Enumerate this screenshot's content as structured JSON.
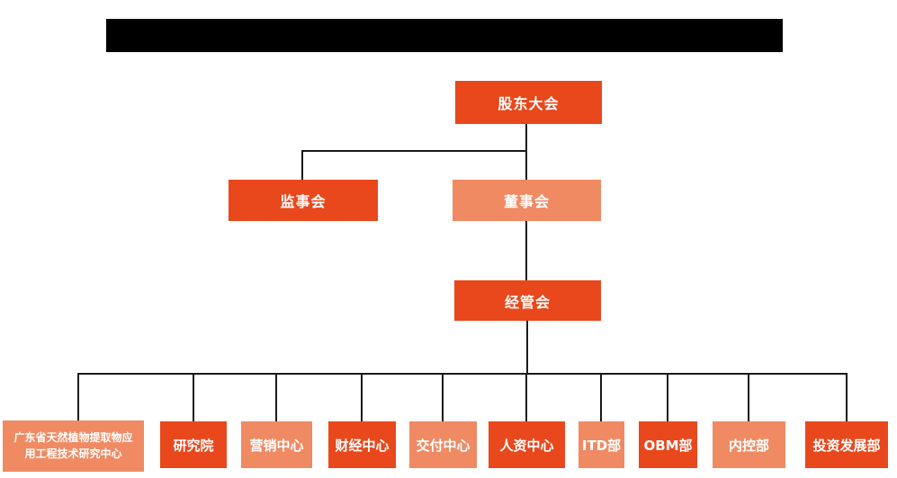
{
  "page": {
    "type": "organization-chart",
    "background_color": "#ffffff",
    "header": {
      "redacted_title_bar": true,
      "bar_color": "#000000"
    }
  },
  "colors": {
    "primary_orange": "#E8481C",
    "secondary_salmon": "#EF8A63",
    "connector_line": "#1a1a1a",
    "node_text": "#ffffff"
  },
  "org": {
    "level1": [
      {
        "label": "股东大会",
        "variant": "primary",
        "children": [
          "监事会",
          "董事会"
        ]
      }
    ],
    "level2": [
      {
        "label": "监事会",
        "variant": "primary",
        "children": []
      },
      {
        "label": "董事会",
        "variant": "secondary",
        "children": [
          "经管会"
        ]
      }
    ],
    "level3": [
      {
        "label": "经管会",
        "variant": "primary",
        "children": [
          "广东省天然植物提取物应用工程技术研究中心",
          "研究院",
          "营销中心",
          "财经中心",
          "交付中心",
          "人资中心",
          "ITD部",
          "OBM部",
          "内控部",
          "投资发展部"
        ]
      }
    ],
    "level4": [
      {
        "label": "广东省天然植物提取物应用工程技术研究中心",
        "variant": "secondary"
      },
      {
        "label": "研究院",
        "variant": "primary"
      },
      {
        "label": "营销中心",
        "variant": "secondary"
      },
      {
        "label": "财经中心",
        "variant": "primary"
      },
      {
        "label": "交付中心",
        "variant": "secondary"
      },
      {
        "label": "人资中心",
        "variant": "primary"
      },
      {
        "label": "ITD部",
        "variant": "secondary"
      },
      {
        "label": "OBM部",
        "variant": "primary"
      },
      {
        "label": "内控部",
        "variant": "secondary"
      },
      {
        "label": "投资发展部",
        "variant": "primary"
      }
    ]
  }
}
